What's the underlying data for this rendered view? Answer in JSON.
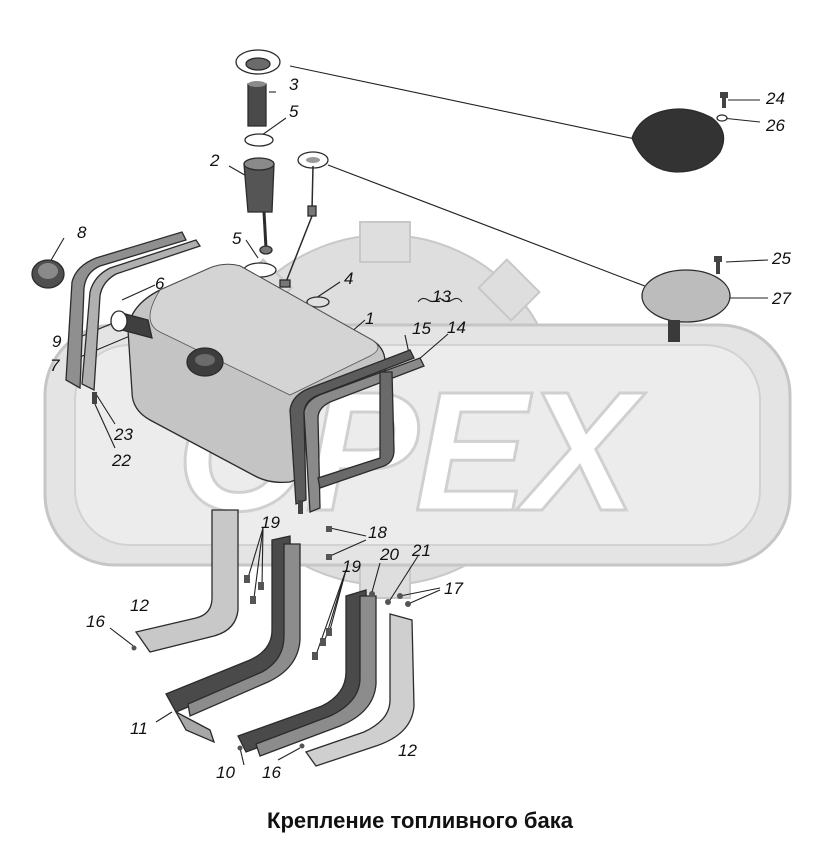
{
  "caption": "Крепление топливного бака",
  "watermark": "OPEX",
  "callouts": {
    "n1": "1",
    "n2": "2",
    "n3": "3",
    "n4": "4",
    "n5a": "5",
    "n5b": "5",
    "n6": "6",
    "n7": "7",
    "n8": "8",
    "n9": "9",
    "n10": "10",
    "n11": "11",
    "n12a": "12",
    "n12b": "12",
    "n13": "13",
    "n14": "14",
    "n15": "15",
    "n16a": "16",
    "n16b": "16",
    "n17": "17",
    "n18": "18",
    "n19a": "19",
    "n19b": "19",
    "n20": "20",
    "n21": "21",
    "n22": "22",
    "n23": "23",
    "n24": "24",
    "n25": "25",
    "n26": "26",
    "n27": "27"
  },
  "colors": {
    "watermark_fill": "#dcdcdc",
    "watermark_stroke": "#c4c4c4",
    "part_fill": "#bdbdbd",
    "part_dark": "#5a5a5a",
    "ink": "#111111"
  }
}
